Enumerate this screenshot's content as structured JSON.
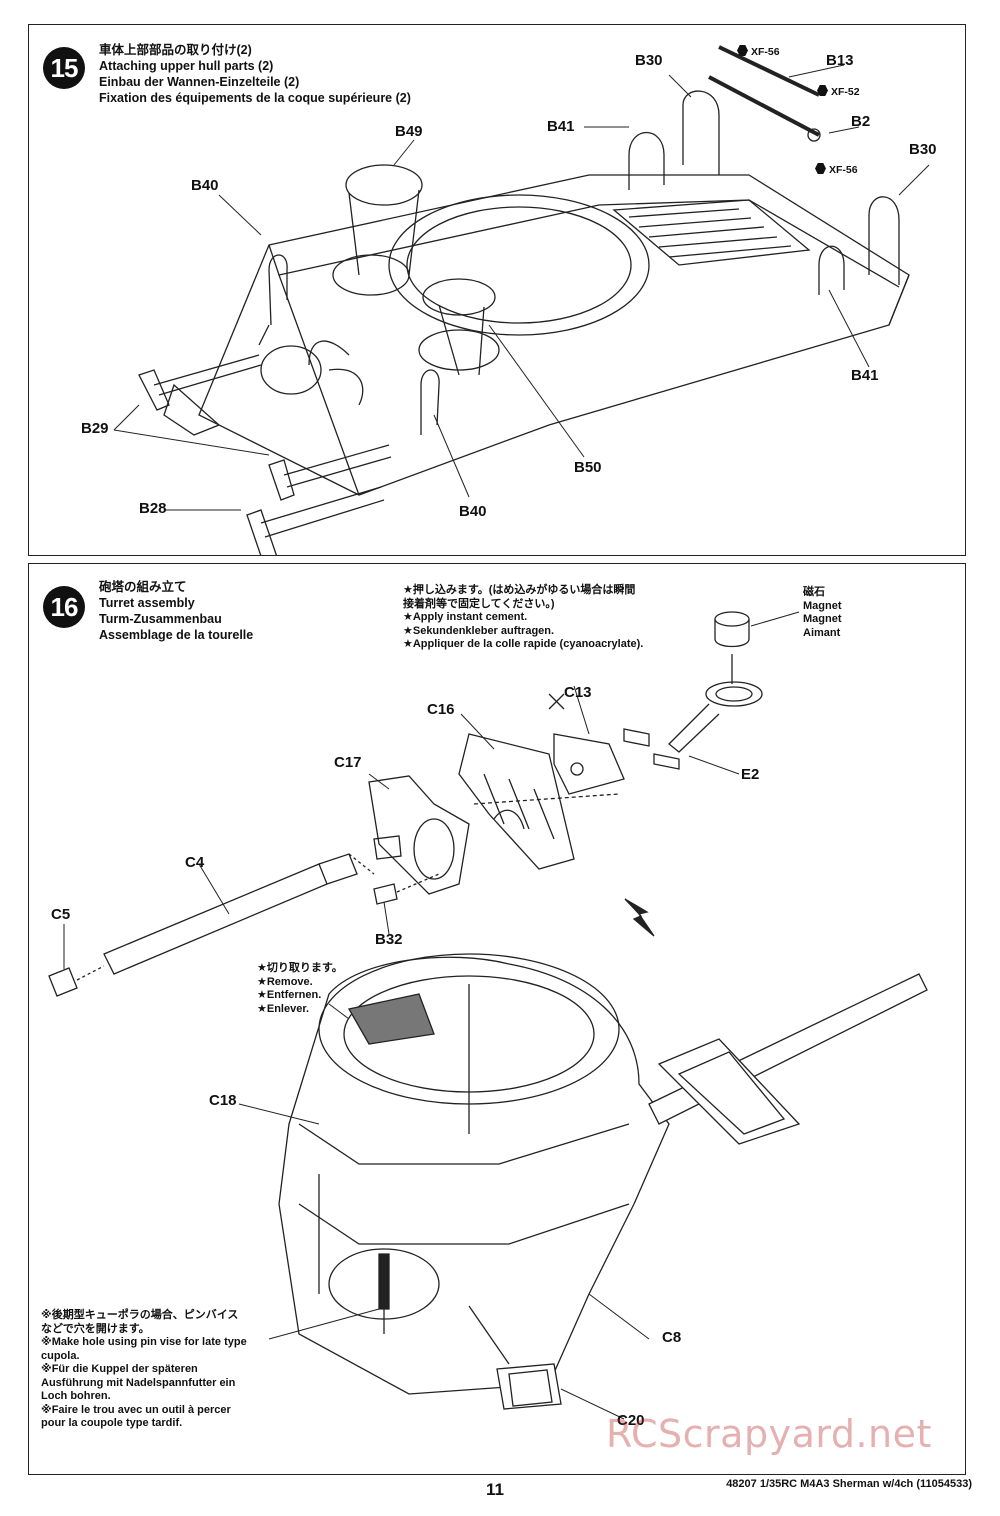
{
  "step15": {
    "number": "15",
    "title_jp": "車体上部部品の取り付け(2)",
    "title_en": "Attaching upper hull parts (2)",
    "title_de": "Einbau der Wannen-Einzelteile (2)",
    "title_fr": "Fixation des équipements de la coque supérieure (2)",
    "labels": {
      "b30_left": "B30",
      "b13": "B13",
      "xf56_top": "XF-56",
      "xf52": "XF-52",
      "b2": "B2",
      "xf56_mid": "XF-56",
      "b30_right": "B30",
      "b41_top": "B41",
      "b49": "B49",
      "b40_left": "B40",
      "b29": "B29",
      "b28": "B28",
      "b40_bottom": "B40",
      "b50": "B50",
      "b41_bottom": "B41"
    }
  },
  "step16": {
    "number": "16",
    "title_jp": "砲塔の組み立て",
    "title_en": "Turret assembly",
    "title_de": "Turm-Zusammenbau",
    "title_fr": "Assemblage de la tourelle",
    "cement_note": [
      "★押し込みます。(はめ込みがゆるい場合は瞬間",
      "接着剤等で固定してください。)",
      "★Apply instant cement.",
      "★Sekundenkleber auftragen.",
      "★Appliquer de la colle rapide (cyanoacrylate)."
    ],
    "magnet_label": [
      "磁石",
      "Magnet",
      "Magnet",
      "Aimant"
    ],
    "remove_note": [
      "★切り取ります。",
      "★Remove.",
      "★Entfernen.",
      "★Enlever."
    ],
    "pinvise_note": [
      "※後期型キューポラの場合、ピンバイス",
      "などで穴を開けます。",
      "※Make hole using pin vise for late type",
      "cupola.",
      "※Für die Kuppel der späteren",
      "Ausführung mit Nadelspannfutter ein",
      "Loch bohren.",
      "※Faire le trou avec un outil à percer",
      "pour la coupole type tardif."
    ],
    "labels": {
      "c13": "C13",
      "c16": "C16",
      "e2": "E2",
      "c17": "C17",
      "c4": "C4",
      "c5": "C5",
      "b32": "B32",
      "c18": "C18",
      "c8": "C8",
      "c20": "C20"
    }
  },
  "footer": {
    "page_number": "11",
    "product_code": "48207  1/35RC M4A3 Sherman w/4ch (11054533)",
    "watermark": "RCScrapyard.net"
  }
}
